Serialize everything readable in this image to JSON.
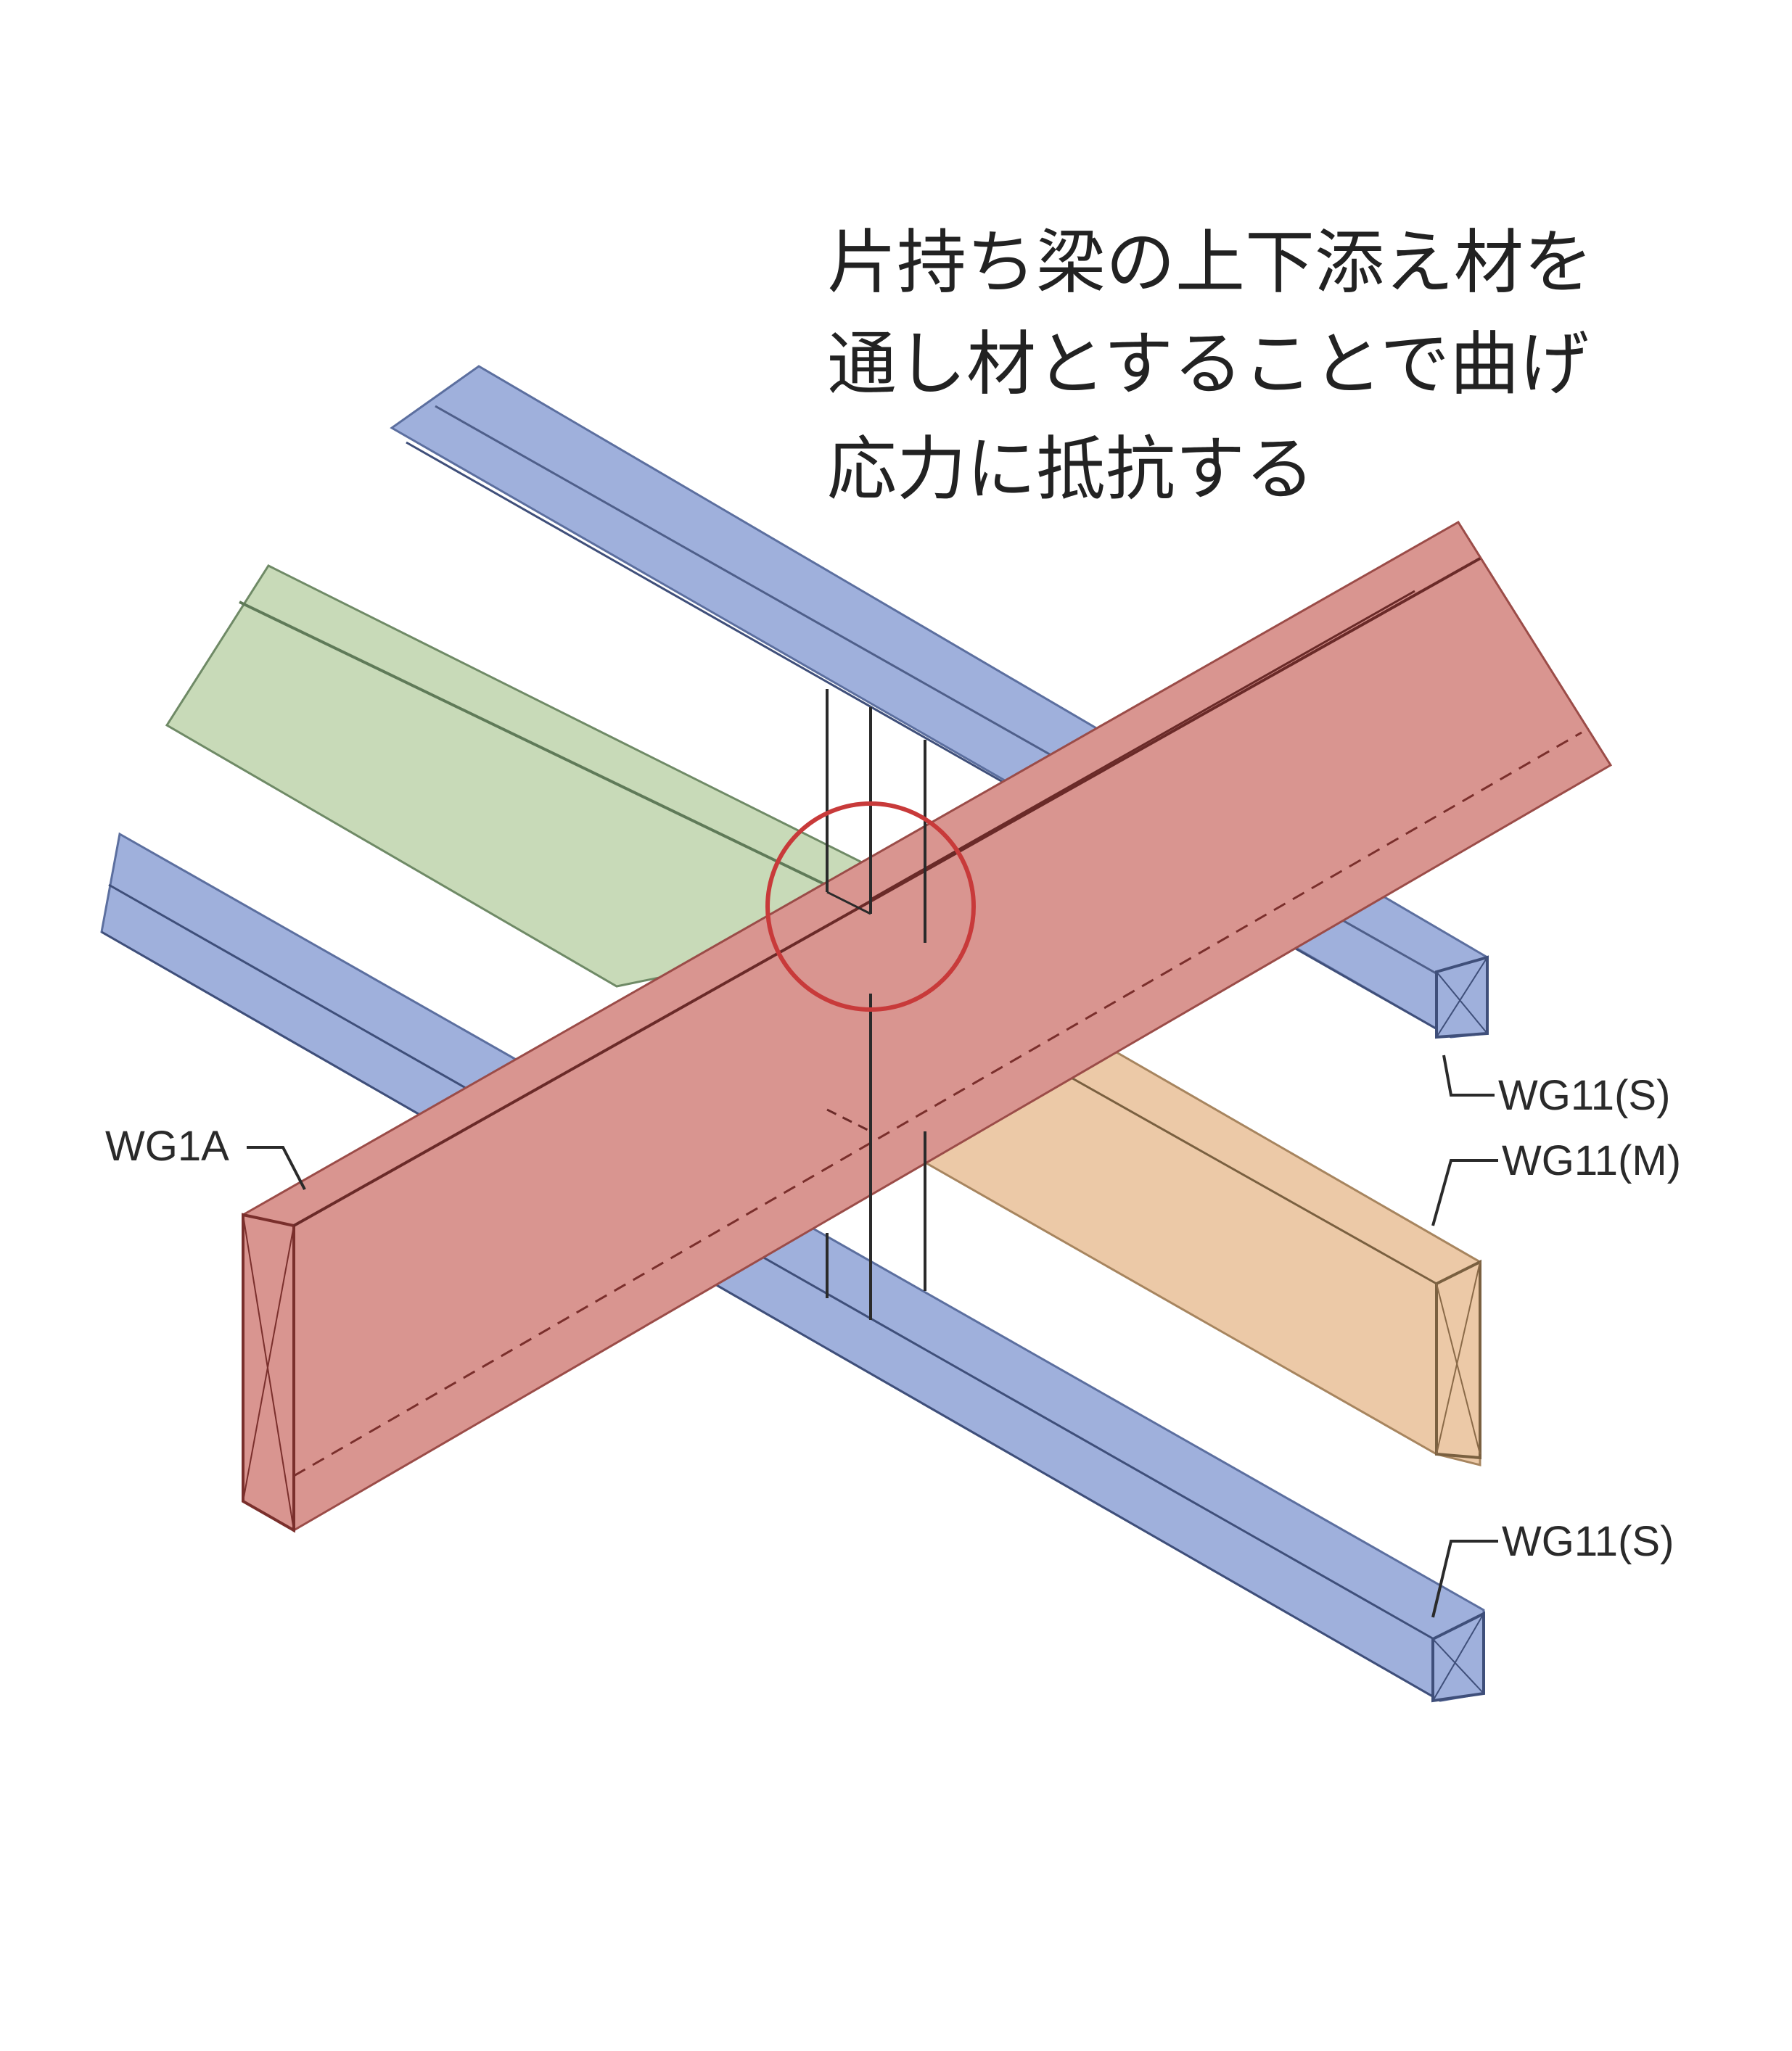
{
  "caption": {
    "lines": [
      "片持ち梁の上下添え材を",
      "通し材とすることで曲げ",
      "応力に抵抗する"
    ]
  },
  "labels": {
    "wg1a": "WG1A",
    "upper_small": "WG11(S)",
    "middle": "WG11(M)",
    "lower_small": "WG11(S)"
  },
  "colors": {
    "blue": "#9fb0dc",
    "red": "#d99590",
    "green": "#c8dab8",
    "tan": "#ecc9a7",
    "highlight": "#c83a3a"
  }
}
